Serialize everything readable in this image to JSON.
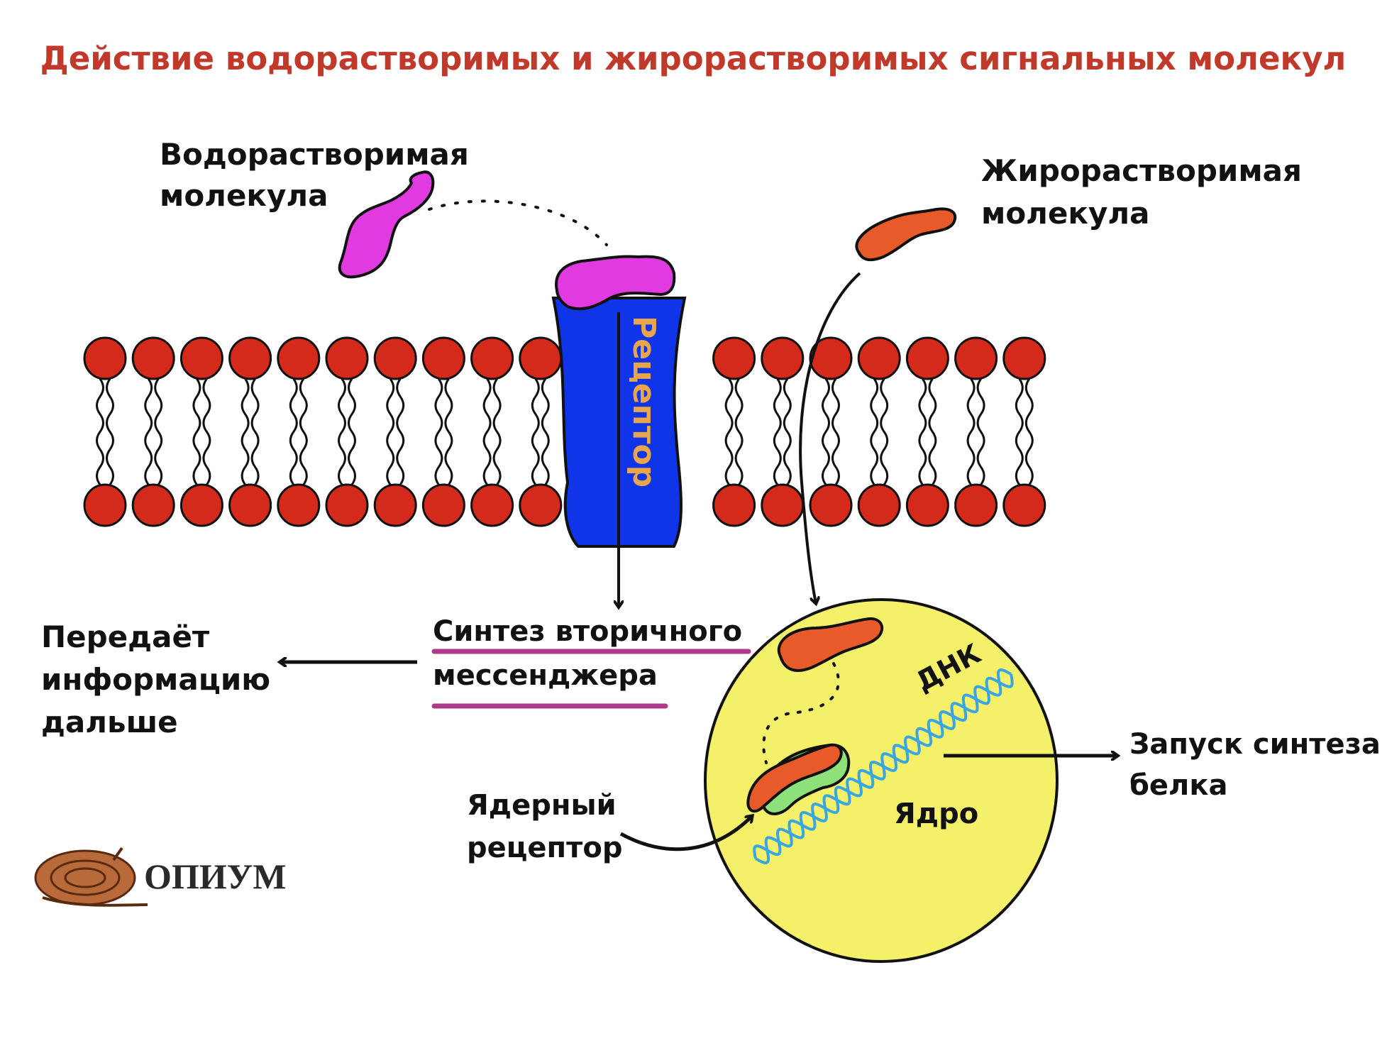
{
  "title": "Действие водорастворимых и жирорастворимых сигнальных молекул",
  "labels": {
    "water_soluble_1": "Водорастворимая",
    "water_soluble_2": "молекула",
    "fat_soluble_1": "Жирорастворимая",
    "fat_soluble_2": "молекула",
    "receptor": "Рецептор",
    "second_messenger_1": "Синтез вторичного",
    "second_messenger_2": "мессенджера",
    "pass_info_1": "Передаёт",
    "pass_info_2": "информацию",
    "pass_info_3": "дальше",
    "nuclear_receptor_1": "Ядерный",
    "nuclear_receptor_2": "рецептор",
    "dna": "ДНК",
    "nucleus": "Ядро",
    "protein_synthesis_1": "Запуск синтеза",
    "protein_synthesis_2": "белка"
  },
  "logo": {
    "text": "ОПИУМ"
  },
  "colors": {
    "title": "#c0392b",
    "phospholipid_head": "#d42a1c",
    "receptor": "#1034e8",
    "receptor_text": "#e8a54a",
    "water_molecule": "#e13ae0",
    "fat_molecule": "#e85a2a",
    "nucleus": "#f4f06a",
    "dna": "#3aa6e0",
    "nuclear_receptor": "#8ee07a",
    "underline": "#b03a8a"
  }
}
